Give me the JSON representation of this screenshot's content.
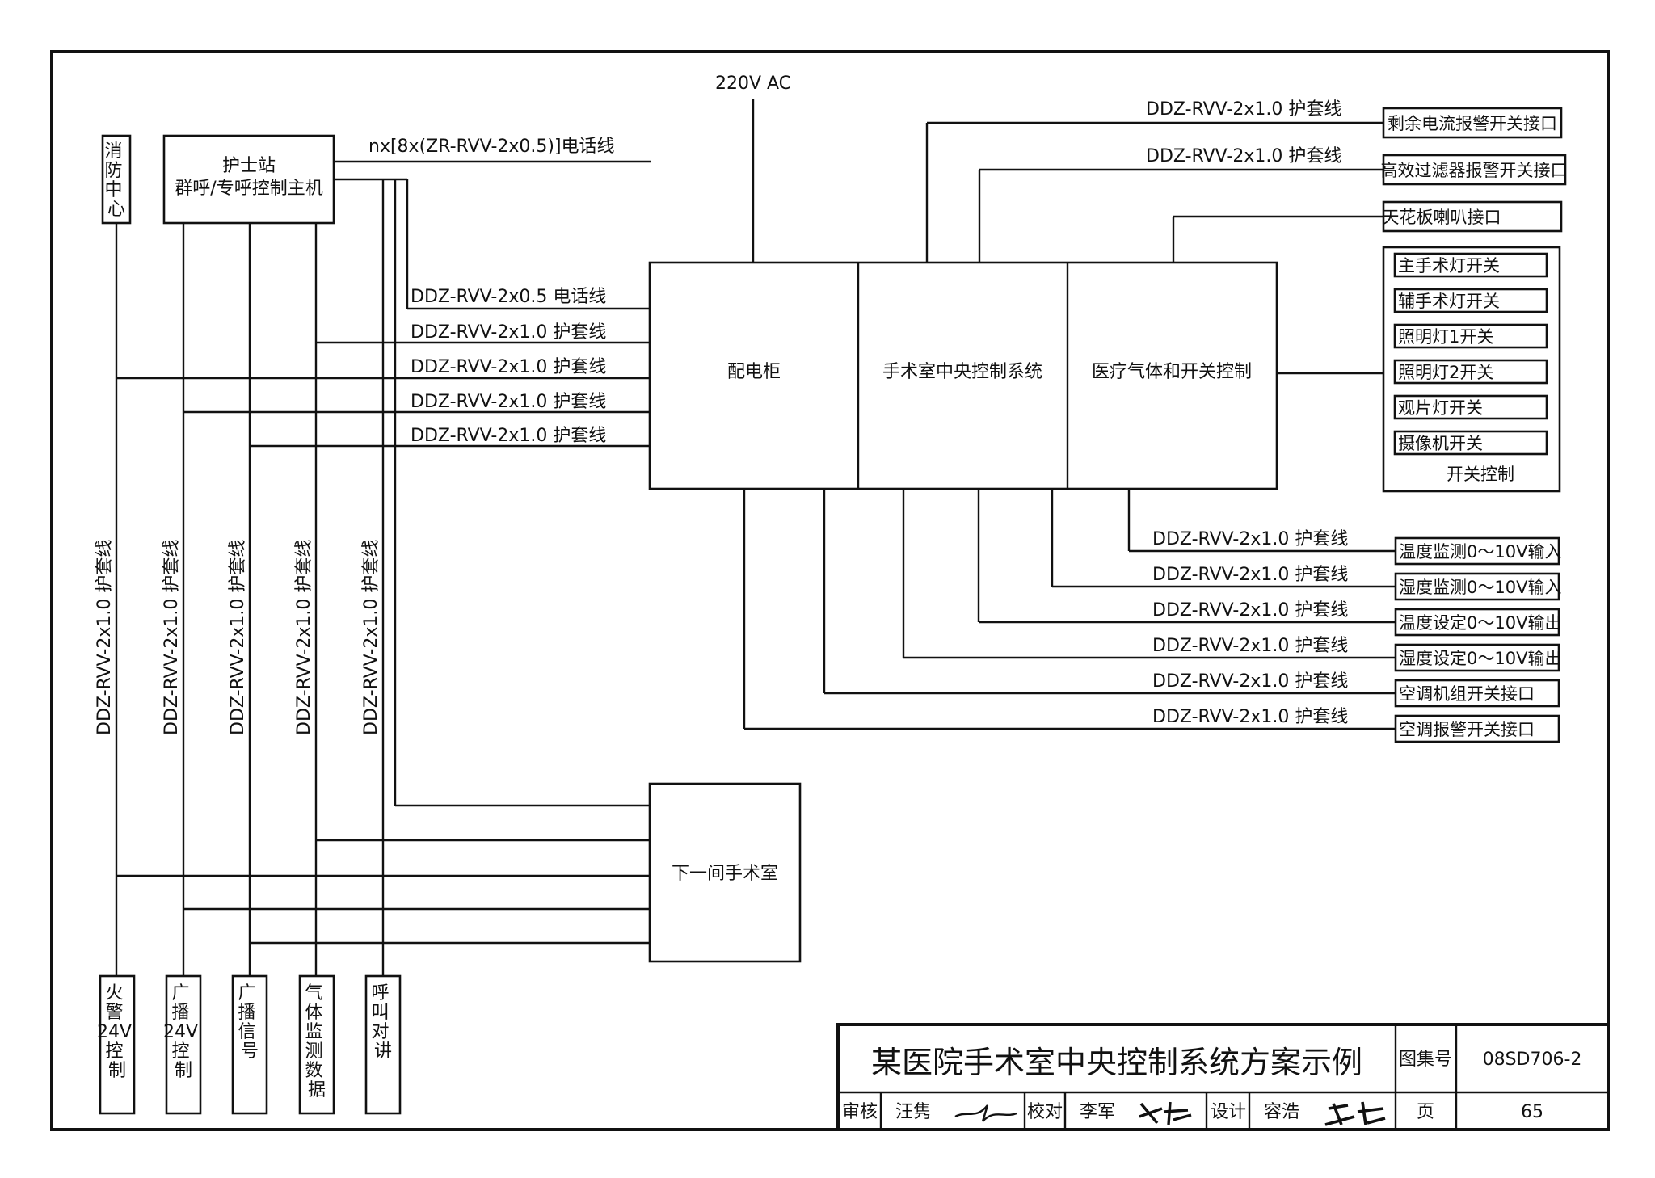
{
  "power": {
    "label": "220V AC"
  },
  "fire_center": {
    "label": "消防中心"
  },
  "nurse_station": {
    "line1": "护士站",
    "line2": "群呼/专呼控制主机"
  },
  "phone_bus": {
    "label": "nx[8x(ZR-RVV-2x0.5)]电话线"
  },
  "left_cables": [
    "DDZ-RVV-2x0.5  电话线",
    "DDZ-RVV-2x1.0  护套线",
    "DDZ-RVV-2x1.0  护套线",
    "DDZ-RVV-2x1.0  护套线",
    "DDZ-RVV-2x1.0  护套线"
  ],
  "vertical_cables": [
    "DDZ-RVV-2x1.0  护套线",
    "DDZ-RVV-2x1.0  护套线",
    "DDZ-RVV-2x1.0  护套线",
    "DDZ-RVV-2x1.0  护套线",
    "DDZ-RVV-2x1.0  护套线"
  ],
  "bottom_boxes": [
    "火警24V控制",
    "广播24V控制",
    "广播信号",
    "气体监测数据",
    "呼叫对讲"
  ],
  "main_boxes": {
    "distribution": "配电柜",
    "central": "手术室中央控制系统",
    "gas": "医疗气体和开关控制"
  },
  "next_room": {
    "label": "下一间手术室"
  },
  "top_right": [
    {
      "cable": "DDZ-RVV-2x1.0  护套线",
      "box": "剩余电流报警开关接口"
    },
    {
      "cable": "DDZ-RVV-2x1.0  护套线",
      "box": "高效过滤器报警开关接口"
    },
    {
      "cable": "",
      "box": "天花板喇叭接口"
    }
  ],
  "switch_group": {
    "items": [
      "主手术灯开关",
      "辅手术灯开关",
      "照明灯1开关",
      "照明灯2开关",
      "观片灯开关",
      "摄像机开关"
    ],
    "caption": "开关控制"
  },
  "bottom_right": [
    {
      "cable": "DDZ-RVV-2x1.0  护套线",
      "box": "温度监测0～10V输入"
    },
    {
      "cable": "DDZ-RVV-2x1.0  护套线",
      "box": "湿度监测0～10V输入"
    },
    {
      "cable": "DDZ-RVV-2x1.0  护套线",
      "box": "温度设定0～10V输出"
    },
    {
      "cable": "DDZ-RVV-2x1.0  护套线",
      "box": "湿度设定0～10V输出"
    },
    {
      "cable": "DDZ-RVV-2x1.0  护套线",
      "box": "空调机组开关接口"
    },
    {
      "cable": "DDZ-RVV-2x1.0  护套线",
      "box": "空调报警开关接口"
    }
  ],
  "title_block": {
    "title": "某医院手术室中央控制系统方案示例",
    "atlas_label": "图集号",
    "atlas_no": "08SD706-2",
    "review_label": "审核",
    "reviewer": "汪隽",
    "check_label": "校对",
    "checker": "李军",
    "design_label": "设计",
    "designer": "容浩",
    "page_label": "页",
    "page_no": "65"
  }
}
